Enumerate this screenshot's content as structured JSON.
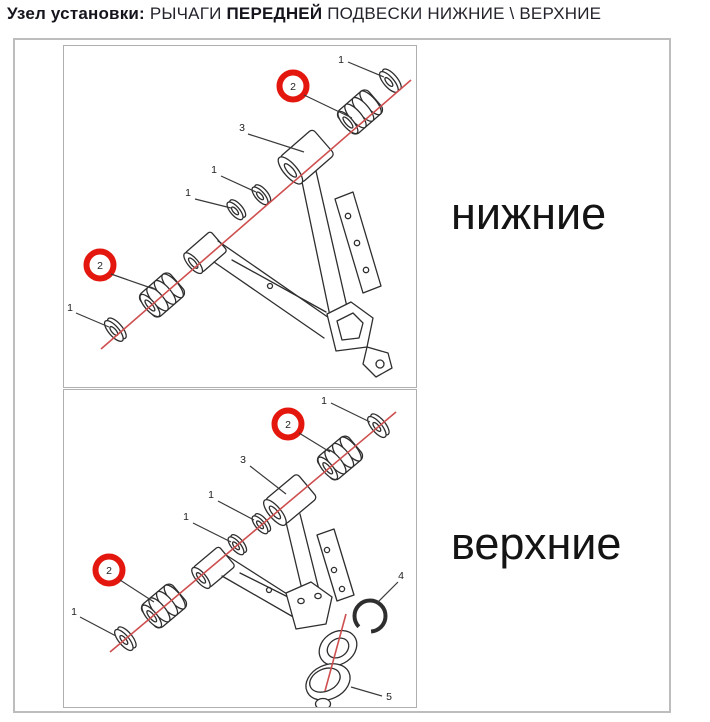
{
  "header": {
    "label_bold": "Узел установки:",
    "text_1": "РЫЧАГИ",
    "text_2_bold": "ПЕРЕДНЕЙ",
    "text_3": "ПОДВЕСКИ НИЖНИЕ \\ ВЕРХНИЕ"
  },
  "colors": {
    "highlight_ring_red": "#e3170d",
    "axis_line_red": "#cf4f4f",
    "drawing_line": "#2e2e2e",
    "outer_border": "#bdbdbd",
    "inner_border": "#b0b0b0",
    "header_text": "#15151d",
    "label_text": "#141414"
  },
  "diagrams": [
    {
      "id": "lower-front-arm",
      "label": "нижние",
      "callouts": {
        "washer_top": "1",
        "bushing_top": "2",
        "arm": "3",
        "washer_mid_upper": "1",
        "washer_mid_lower": "1",
        "bushing_left": "2",
        "washer_bottom": "1"
      }
    },
    {
      "id": "upper-front-arm",
      "label": "верхние",
      "callouts": {
        "washer_top": "1",
        "bushing_top": "2",
        "arm": "3",
        "washer_mid_upper": "1",
        "washer_mid_lower": "1",
        "bushing_left": "2",
        "washer_bottom": "1",
        "snap_ring": "4",
        "ball_joint": "5"
      }
    }
  ]
}
